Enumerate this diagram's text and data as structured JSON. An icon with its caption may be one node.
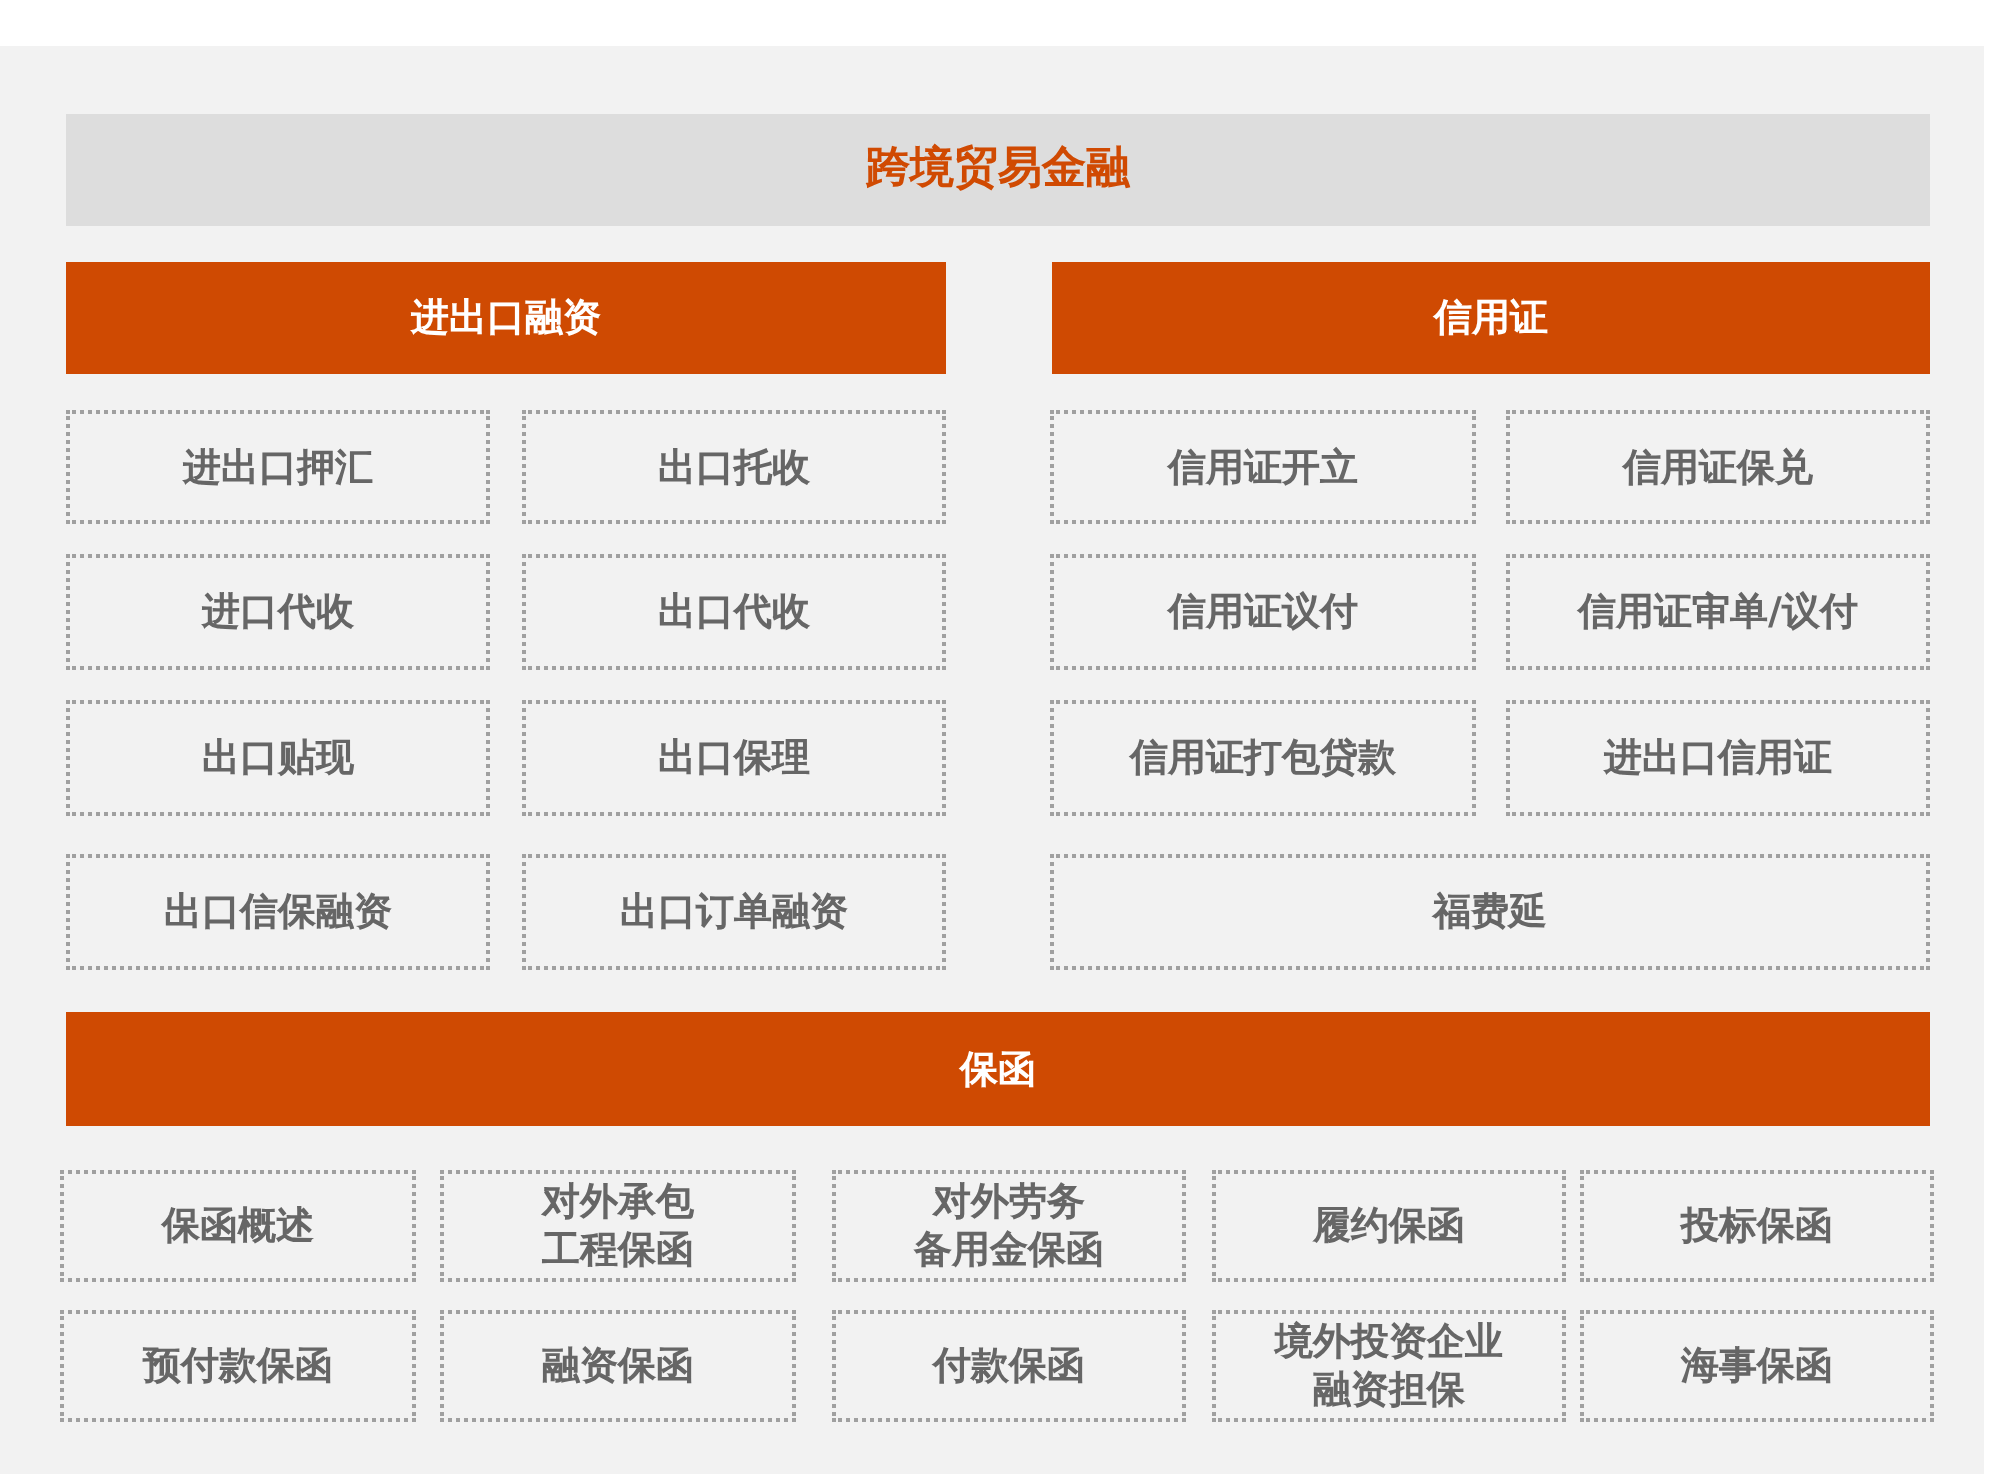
{
  "diagram": {
    "nodes": [
      {
        "text": [
          "跨境贸易金融"
        ]
      },
      {
        "text": [
          "进出口融资"
        ]
      },
      {
        "text": [
          "进出口押汇"
        ]
      },
      {
        "text": [
          "出口托收"
        ]
      },
      {
        "text": [
          "进口代收"
        ]
      },
      {
        "text": [
          "出口代收"
        ]
      },
      {
        "text": [
          "出口贴现"
        ]
      },
      {
        "text": [
          "出口保理"
        ]
      },
      {
        "text": [
          "出口信保融资"
        ]
      },
      {
        "text": [
          "出口订单融资"
        ]
      },
      {
        "text": [
          "信用证"
        ]
      },
      {
        "text": [
          "信用证开立"
        ]
      },
      {
        "text": [
          "信用证保兑"
        ]
      },
      {
        "text": [
          "信用证议付"
        ]
      },
      {
        "text": [
          "信用证审单/议付"
        ]
      },
      {
        "text": [
          "信用证打包贷款"
        ]
      },
      {
        "text": [
          "进出口信用证"
        ]
      },
      {
        "text": [
          "福费延"
        ]
      },
      {
        "text": [
          "保函"
        ]
      },
      {
        "text": [
          "保函概述"
        ]
      },
      {
        "text": [
          "对外承包工程保函"
        ]
      },
      {
        "text": [
          "对外劳务备用金保函"
        ]
      },
      {
        "text": [
          "履约保函"
        ]
      },
      {
        "text": [
          "投标保函"
        ]
      },
      {
        "text": [
          "预付款保函"
        ]
      },
      {
        "text": [
          "融资保函"
        ]
      },
      {
        "text": [
          "付款保函"
        ]
      },
      {
        "text": [
          "境外投资企业融资担保"
        ]
      },
      {
        "text": [
          "海事保函"
        ]
      }
    ]
  }
}
